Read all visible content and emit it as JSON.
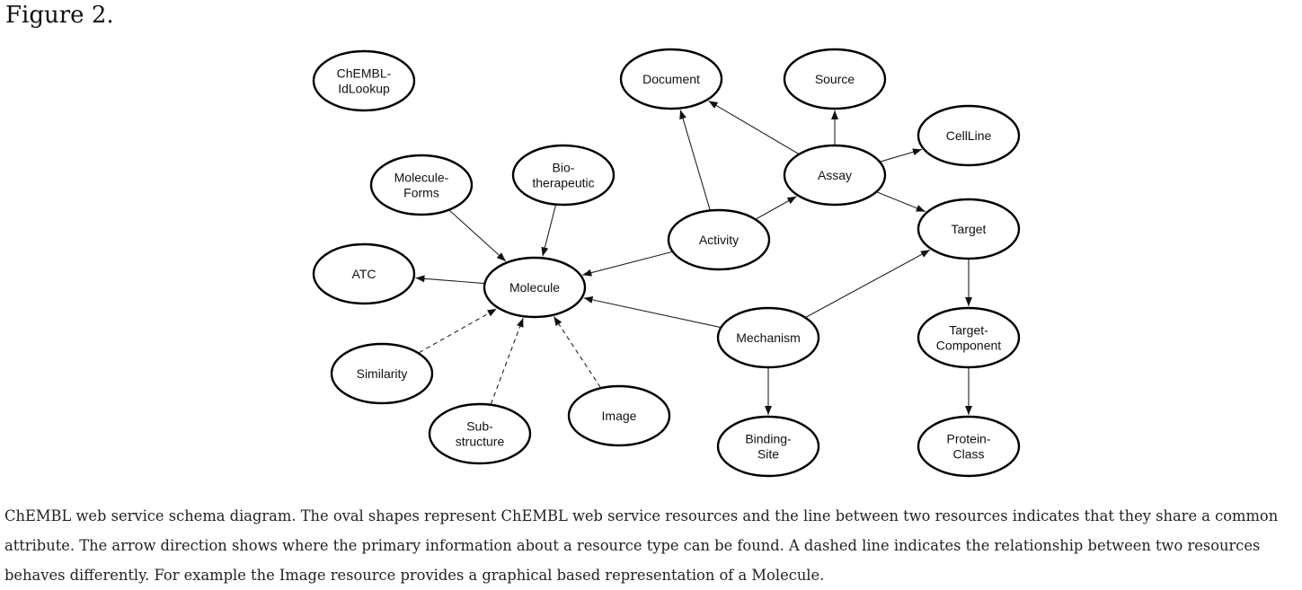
{
  "figure_label": "Figure 2.",
  "caption": "ChEMBL web service schema diagram. The oval shapes represent ChEMBL web service resources and the line between two resources indicates that they share a common attribute. The arrow direction shows where the primary information about a resource type can be found. A dashed line indicates the relationship between two resources behaves differently. For example the Image resource provides a graphical based representation of a Molecule.",
  "nodes": [
    {
      "id": "chembl-idlookup",
      "lines": [
        "ChEMBL-",
        "IdLookup"
      ]
    },
    {
      "id": "document",
      "lines": [
        "Document"
      ]
    },
    {
      "id": "source",
      "lines": [
        "Source"
      ]
    },
    {
      "id": "cellline",
      "lines": [
        "CellLine"
      ]
    },
    {
      "id": "assay",
      "lines": [
        "Assay"
      ]
    },
    {
      "id": "molecule-forms",
      "lines": [
        "Molecule-",
        "Forms"
      ]
    },
    {
      "id": "biotherapeutic",
      "lines": [
        "Bio-",
        "therapeutic"
      ]
    },
    {
      "id": "activity",
      "lines": [
        "Activity"
      ]
    },
    {
      "id": "target",
      "lines": [
        "Target"
      ]
    },
    {
      "id": "atc",
      "lines": [
        "ATC"
      ]
    },
    {
      "id": "molecule",
      "lines": [
        "Molecule"
      ]
    },
    {
      "id": "mechanism",
      "lines": [
        "Mechanism"
      ]
    },
    {
      "id": "target-component",
      "lines": [
        "Target-",
        "Component"
      ]
    },
    {
      "id": "similarity",
      "lines": [
        "Similarity"
      ]
    },
    {
      "id": "image",
      "lines": [
        "Image"
      ]
    },
    {
      "id": "substructure",
      "lines": [
        "Sub-",
        "structure"
      ]
    },
    {
      "id": "binding-site",
      "lines": [
        "Binding-",
        "Site"
      ]
    },
    {
      "id": "protein-class",
      "lines": [
        "Protein-",
        "Class"
      ]
    }
  ],
  "edges": [
    {
      "from": "molecule-forms",
      "to": "molecule",
      "style": "solid"
    },
    {
      "from": "biotherapeutic",
      "to": "molecule",
      "style": "solid"
    },
    {
      "from": "molecule",
      "to": "atc",
      "style": "solid"
    },
    {
      "from": "activity",
      "to": "molecule",
      "style": "solid"
    },
    {
      "from": "mechanism",
      "to": "molecule",
      "style": "solid"
    },
    {
      "from": "similarity",
      "to": "molecule",
      "style": "dashed"
    },
    {
      "from": "substructure",
      "to": "molecule",
      "style": "dashed"
    },
    {
      "from": "image",
      "to": "molecule",
      "style": "dashed"
    },
    {
      "from": "activity",
      "to": "document",
      "style": "solid"
    },
    {
      "from": "activity",
      "to": "assay",
      "style": "solid"
    },
    {
      "from": "assay",
      "to": "document",
      "style": "solid"
    },
    {
      "from": "assay",
      "to": "source",
      "style": "solid"
    },
    {
      "from": "assay",
      "to": "cellline",
      "style": "solid"
    },
    {
      "from": "assay",
      "to": "target",
      "style": "solid"
    },
    {
      "from": "mechanism",
      "to": "target",
      "style": "solid"
    },
    {
      "from": "mechanism",
      "to": "binding-site",
      "style": "solid"
    },
    {
      "from": "target",
      "to": "target-component",
      "style": "solid"
    },
    {
      "from": "target-component",
      "to": "protein-class",
      "style": "solid"
    }
  ]
}
